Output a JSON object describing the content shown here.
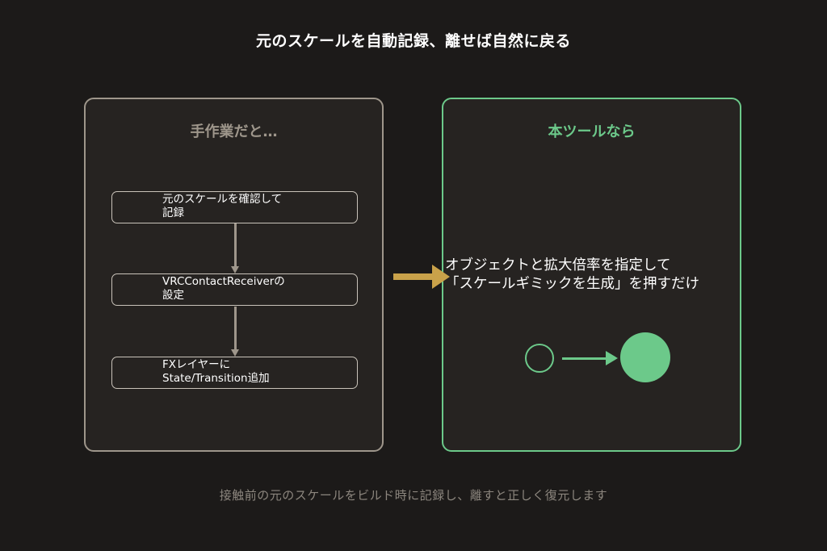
{
  "title": "元のスケールを自動記録、離せば自然に戻る",
  "manual_panel": {
    "heading": "手作業だと…",
    "steps": [
      {
        "text": "元のスケールを確認して\n記録"
      },
      {
        "text": "VRCContactReceiverの\n設定"
      },
      {
        "text": "FXレイヤーに\nState/Transition追加"
      }
    ]
  },
  "tool_panel": {
    "heading": "本ツールなら",
    "description_lines": [
      "オブジェクトと拡大倍率を指定して",
      "「スケールギミックを生成」を押すだけ"
    ]
  },
  "footnote": "接触前の元のスケールをビルド時に記録し、離すと正しく復元します",
  "colors": {
    "background": "#1c1a19",
    "panel_fill": "#262321",
    "manual_accent": "#9e968b",
    "tool_accent": "#6cc98a",
    "transition_arrow": "#c9a24a",
    "footnote_text": "#8c867e"
  },
  "icons": {
    "transition_arrow": "arrow-right-icon",
    "flow_arrow": "arrow-down-icon",
    "scale_from": "circle-outline-icon",
    "scale_to": "circle-filled-icon"
  }
}
